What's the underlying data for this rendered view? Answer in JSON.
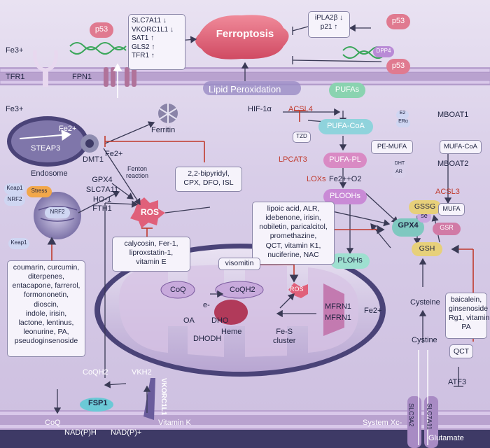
{
  "ferroptosis": "Ferroptosis",
  "lipid_perox": "Lipid Peroxidation",
  "p53_left": "p53",
  "p53_right_top": "p53",
  "p53_right_bottom": "p53",
  "dpp4": "DPP4",
  "genes_down": [
    "SLC7A11",
    "VKORC1L1",
    "SAT1",
    "GLS2",
    "TFR1"
  ],
  "genes_down_arrows": [
    "↓",
    "↓",
    "↑",
    "↑",
    "↑"
  ],
  "right_genes": [
    "iPLA2β",
    "p21"
  ],
  "right_genes_arrows": [
    "↓",
    "↑"
  ],
  "fe3_top": "Fe3+",
  "fe3_mid": "Fe3+",
  "tfr1": "TFR1",
  "fpn1": "FPN1",
  "fe2_endo": "Fe2+",
  "fe2_dmt": "Fe2+",
  "steap3": "STEAP3",
  "endosome": "Endosome",
  "dmt1": "DMT1",
  "ferritin": "Ferritin",
  "fenton": [
    "Fenton",
    "reaction"
  ],
  "chelators": [
    "2,2-bipyridyl,",
    "CPX, DFO, ISL"
  ],
  "keap1": "Keap1",
  "nrf2": "NRF2",
  "stress": "Stress",
  "nrf2_nuc": "NRF2",
  "keap1_deg": "Keap1",
  "nrf2_targets": [
    "GPX4",
    "SLC7A11",
    "HO-1",
    "FTH1"
  ],
  "ros": "ROS",
  "ros_inhib": [
    "calycosin, Fer-1,",
    "liproxstatin-1,",
    "vitamin E"
  ],
  "nrf2_activators": [
    "coumarin, curcumin,",
    "diterpenes,",
    "entacapone, farrerol,",
    "formononetin,",
    "dioscin,",
    "indole, irisin,",
    "lactone, lentinus,",
    "leonurine, PA,",
    "pseudoginsenoside"
  ],
  "hif": "HIF-1α",
  "acsl4": "ACSL4",
  "tzd": "TZD",
  "pufas": "PUFAs",
  "pufa_coa": "PUFA-CoA",
  "lpcat3": "LPCAT3",
  "pufa_pl": "PUFA-PL",
  "loxs": "LOXs",
  "fe_o2": "Fe2++O2",
  "ploohs": "PLOOHs",
  "plohs": "PLOHs",
  "gpx4": "GPX4",
  "se": "se",
  "gssg": "GSSG",
  "gsr": "GSR",
  "gsh": "GSH",
  "gpx4_activators": [
    "lipoic acid, ALR,",
    "idebenone, irisin,",
    "nobiletin, paricalcitol,",
    "promethazine,",
    "QCT, vitamin K1,",
    "nuciferine, NAC"
  ],
  "mboat1": "MBOAT1",
  "mboat2": "MBOAT2",
  "pe_mufa": "PE-MUFA",
  "mufa_coa": "MUFA-CoA",
  "acsl3": "ACSL3",
  "mufa": "MUFA",
  "e2": "E2",
  "eralpha": "ERα",
  "dht": "DHT",
  "ar": "AR",
  "visomitin": "visomitin",
  "coq": "CoQ",
  "coqh2": "CoQH2",
  "eminus": "e-",
  "oa": "OA",
  "dho": "DHO",
  "dhodh": "DHODH",
  "heme": "Heme",
  "fes": [
    "Fe-S",
    "cluster"
  ],
  "mfrn1": "MFRN1",
  "mfrn1b": "MFRN1",
  "fe2_mito": "Fe2+",
  "ros_mito": "ROS",
  "cysteine": "Cysteine",
  "cystine": "Cystine",
  "gsh_act": [
    "baicalein,",
    "ginsenoside",
    "Rg1, vitamin E,",
    "PA"
  ],
  "qct": "QCT",
  "atf3": "ATF3",
  "slc3a2": "SLC3A2",
  "slc7a11": "SLC7A11",
  "systemxc": "System Xc-",
  "glutamate": "Glutamate",
  "coqh2_bottom": "CoQH2",
  "vkh2": "VKH2",
  "vkorc1l1": "VKORC1L1",
  "fsp1": "FSP1",
  "coq_bottom": "CoQ",
  "nadph": "NAD(P)H",
  "nadp": "NAD(P)+",
  "vitk": "Vitamin K",
  "colors": {
    "membrane": "#b9a2cf",
    "ferro": "#e06a7e",
    "pink": "#d9a0c6",
    "red": "#c0392b"
  }
}
